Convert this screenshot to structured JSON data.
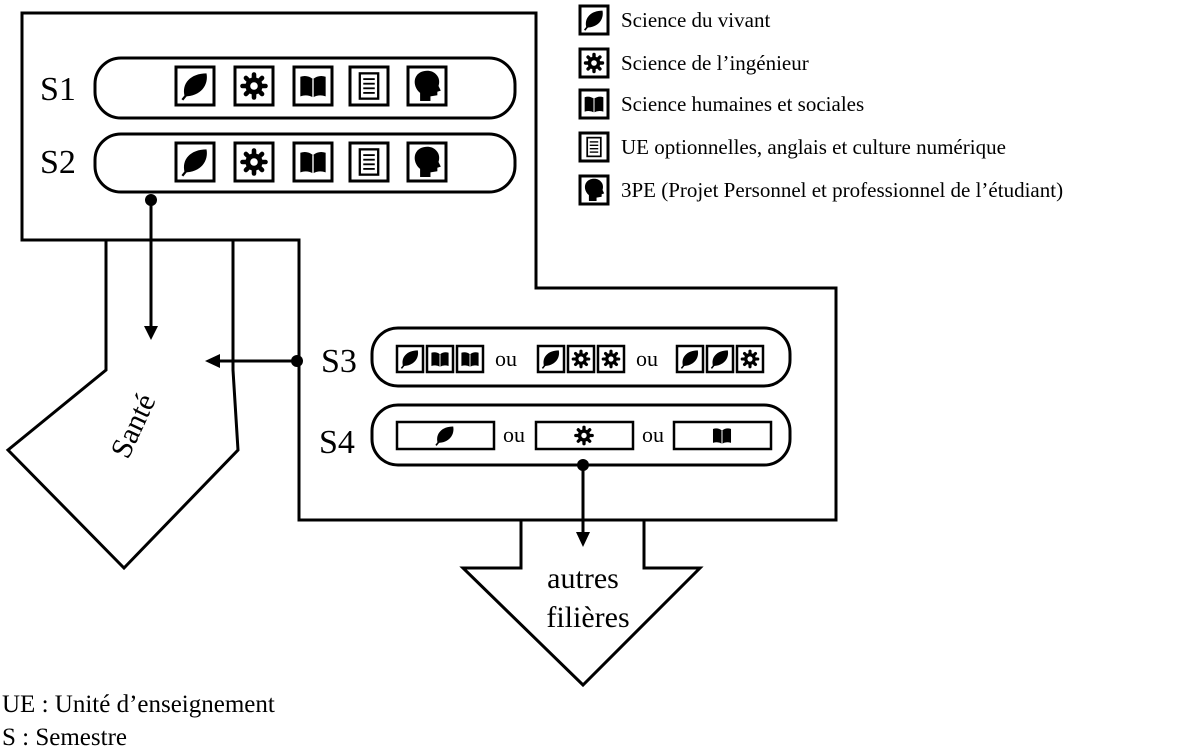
{
  "legend": [
    {
      "icon": "leaf-icon",
      "label": "Science du vivant"
    },
    {
      "icon": "gear-icon",
      "label": "Science de l’ingénieur"
    },
    {
      "icon": "book-icon",
      "label": "Science humaines et sociales"
    },
    {
      "icon": "document-icon",
      "label": "UE optionnelles, anglais et culture numérique"
    },
    {
      "icon": "head-icon",
      "label": "3PE (Projet Personnel et professionnel de l’étudiant)"
    }
  ],
  "semesters": {
    "s1": {
      "label": "S1",
      "units": [
        "leaf-icon",
        "gear-icon",
        "book-icon",
        "document-icon",
        "head-icon"
      ]
    },
    "s2": {
      "label": "S2",
      "units": [
        "leaf-icon",
        "gear-icon",
        "book-icon",
        "document-icon",
        "head-icon"
      ]
    },
    "s3": {
      "label": "S3",
      "options": [
        [
          "leaf-icon",
          "book-icon",
          "book-icon"
        ],
        [
          "leaf-icon",
          "gear-icon",
          "gear-icon"
        ],
        [
          "leaf-icon",
          "leaf-icon",
          "gear-icon"
        ]
      ],
      "separator": "ou"
    },
    "s4": {
      "label": "S4",
      "options": [
        "leaf-icon",
        "gear-icon",
        "book-icon"
      ],
      "separator": "ou"
    }
  },
  "outputs": {
    "sante": "Santé",
    "autres_line1": "autres",
    "autres_line2": "filières"
  },
  "footnotes": {
    "ue": "UE : Unité d’enseignement",
    "s": "S : Semestre"
  }
}
